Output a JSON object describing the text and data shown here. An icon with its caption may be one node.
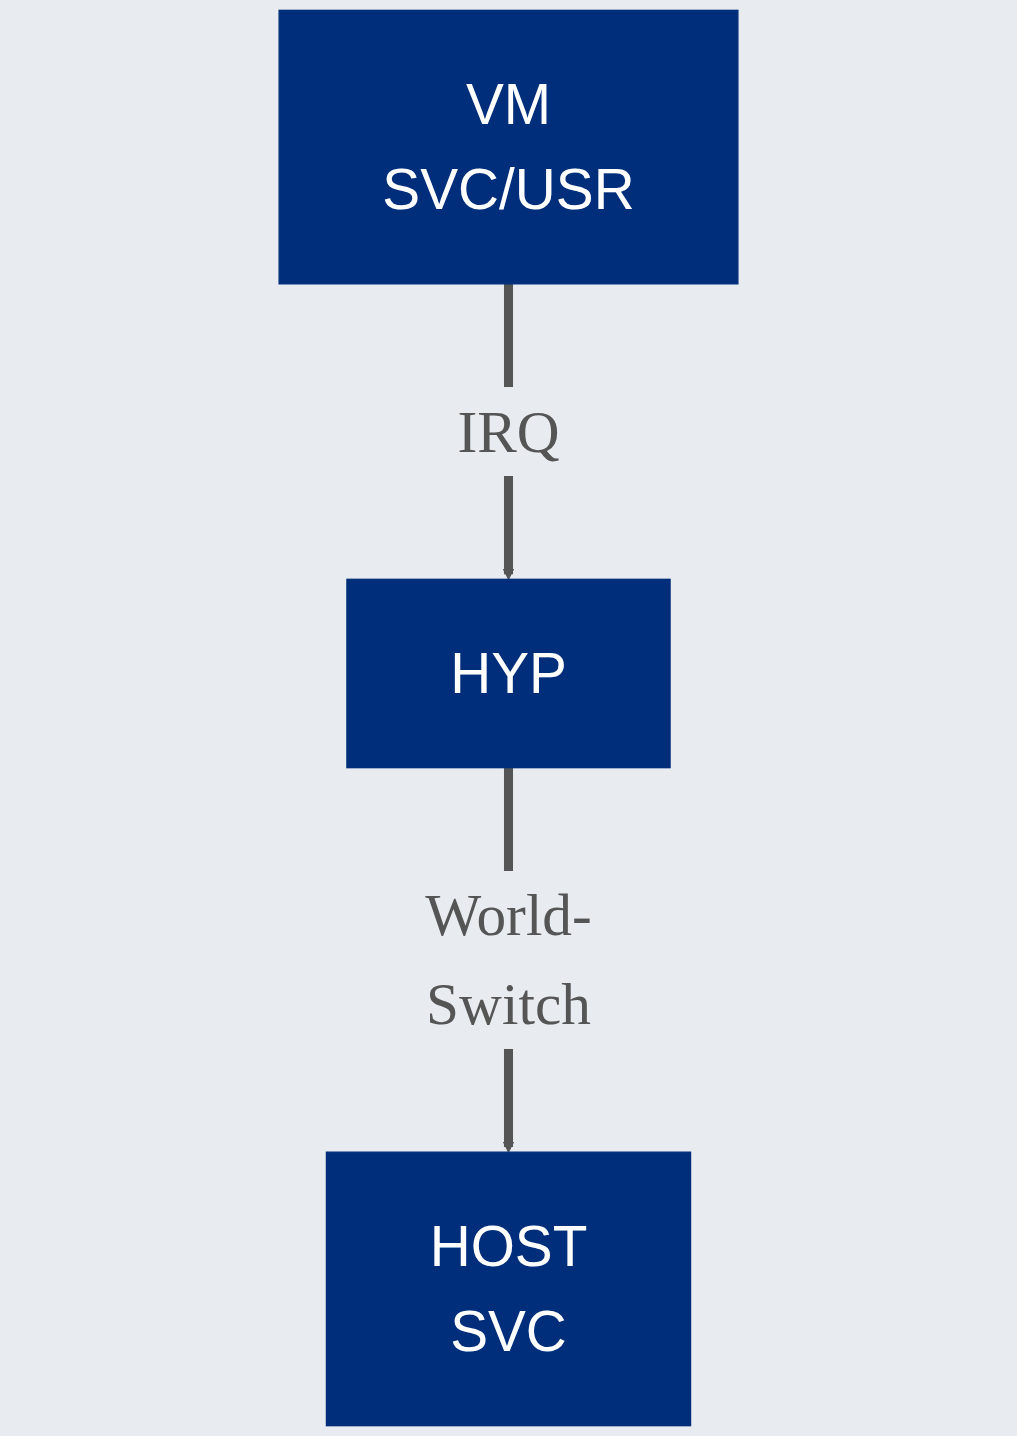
{
  "diagram": {
    "nodes": [
      {
        "text": [
          "VM",
          "SVC/USR"
        ]
      },
      {
        "text": [
          "HYP"
        ]
      },
      {
        "text": [
          "HOST",
          "SVC"
        ]
      }
    ],
    "edges": [
      {
        "from": 0,
        "to": 1,
        "arrow": "to",
        "label": "IRQ"
      },
      {
        "from": 1,
        "to": 2,
        "arrow": "to",
        "label": "World-Switch"
      }
    ]
  }
}
